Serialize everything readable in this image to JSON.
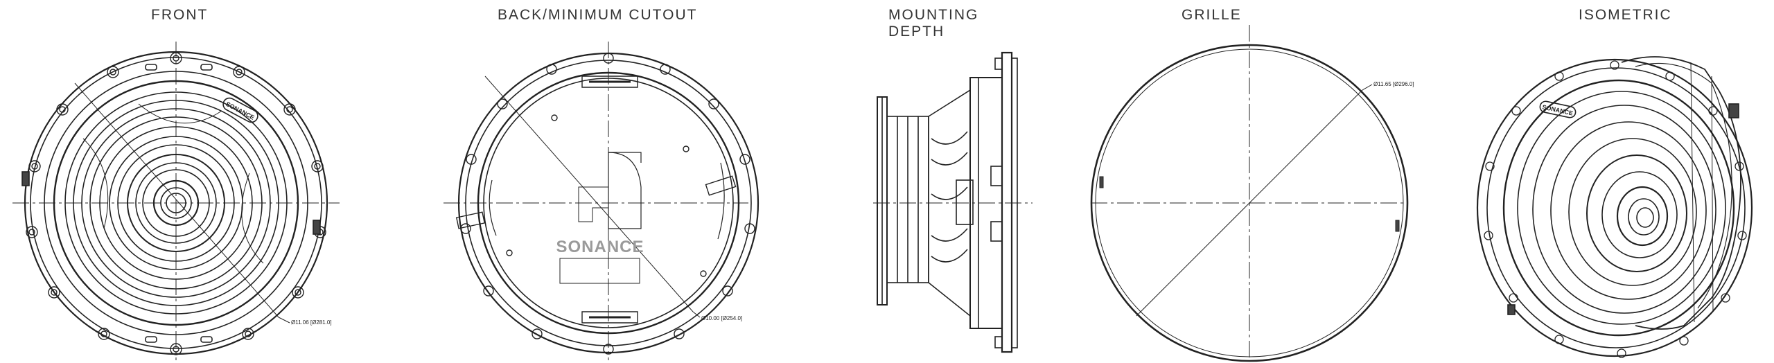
{
  "views": {
    "front": {
      "title": "FRONT",
      "dimension": "Ø11.06 [Ø281.0]",
      "brand": "SONANCE"
    },
    "back": {
      "title": "BACK/MINIMUM  CUTOUT",
      "dimension": "Ø10.00 [Ø254.0]",
      "brand": "SONANCE"
    },
    "depth": {
      "title": "MOUNTING  DEPTH"
    },
    "grille": {
      "title": "GRILLE",
      "dimension": "Ø11.65 [Ø296.0]"
    },
    "iso": {
      "title": "ISOMETRIC",
      "brand": "SONANCE"
    }
  }
}
